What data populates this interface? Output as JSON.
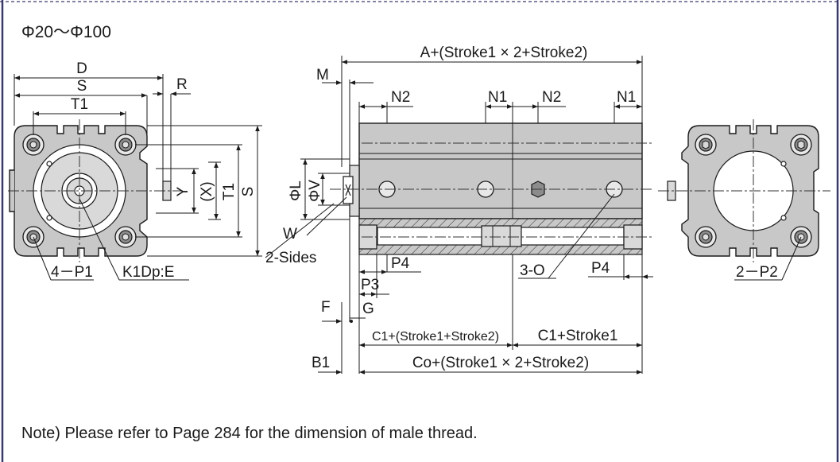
{
  "title": "Φ20～Φ100",
  "note": "Note) Please refer to Page 284 for the dimension of male thread.",
  "colors": {
    "body_fill": "#c8c8c8",
    "border": "#3b3b6b",
    "line": "#1a1a1a"
  },
  "left_view": {
    "labels": {
      "D": "D",
      "S": "S",
      "R": "R",
      "T1": "T1",
      "Y": "Y",
      "X": "(X)",
      "T1_vert": "T1",
      "S_vert": "S",
      "four_p1": "4－P1",
      "k1dp": "K1Dp:E",
      "two_sides": "2-Sides"
    }
  },
  "side_view": {
    "labels": {
      "top_dim": "A+(Stroke1 × 2+Stroke2)",
      "M": "M",
      "N2_left": "N2",
      "N1_mid": "N1",
      "N2_mid": "N2",
      "N1_right": "N1",
      "phiL": "ΦL",
      "phiV": "ΦV",
      "W": "W",
      "P4_left": "P4",
      "P3": "P3",
      "three_o": "3-O",
      "P4_right": "P4",
      "F": "F",
      "G": "G",
      "c1_left": "C1+(Stroke1+Stroke2)",
      "c1_right": "C1+Stroke1",
      "B1": "B1",
      "co": "Co+(Stroke1 × 2+Stroke2)"
    }
  },
  "right_view": {
    "labels": {
      "two_p2": "2－P2"
    }
  }
}
